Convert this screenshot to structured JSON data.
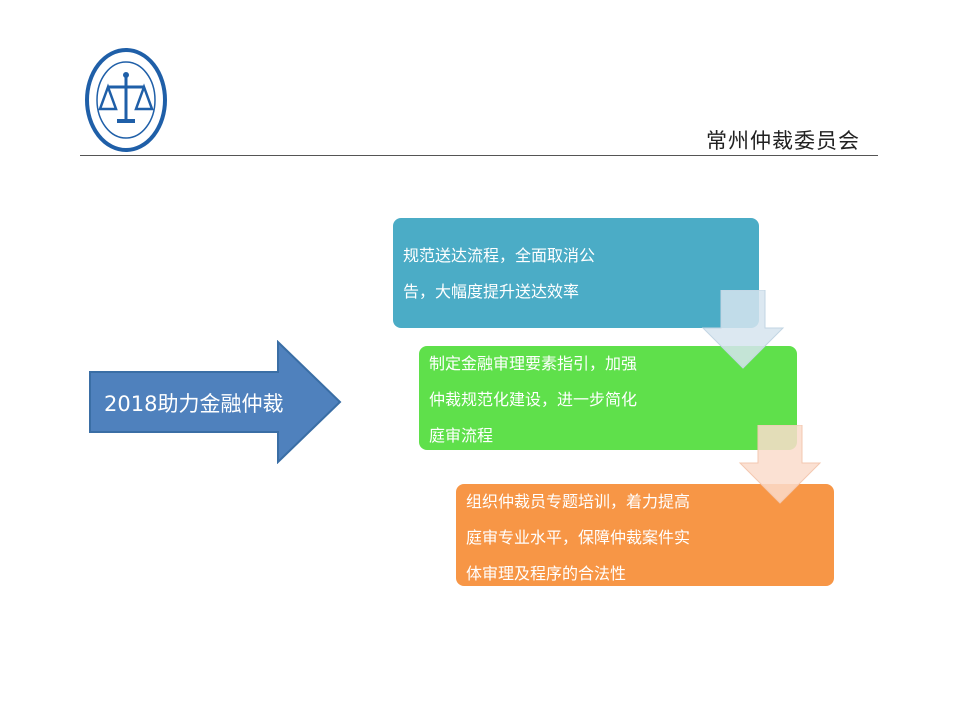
{
  "header": {
    "org_name": "常州仲裁委员会",
    "logo_name": "常州仲裁委员会"
  },
  "main_arrow": {
    "label": "2018助力金融仲裁"
  },
  "steps": [
    {
      "lines": [
        "规范送达流程，全面取消公",
        "告，大幅度提升送达效率"
      ]
    },
    {
      "lines": [
        "制定金融审理要素指引，加强",
        "仲裁规范化建设，进一步简化",
        "庭审流程"
      ]
    },
    {
      "lines": [
        "组织仲裁员专题培训，着力提高",
        "庭审专业水平，保障仲裁案件实",
        "体审理及程序的合法性"
      ]
    }
  ],
  "colors": {
    "arrow": "#4f81bd",
    "step1": "#4bacc6",
    "step2": "#5fe04b",
    "step3": "#f79646",
    "logo": "#1f5fa8"
  }
}
